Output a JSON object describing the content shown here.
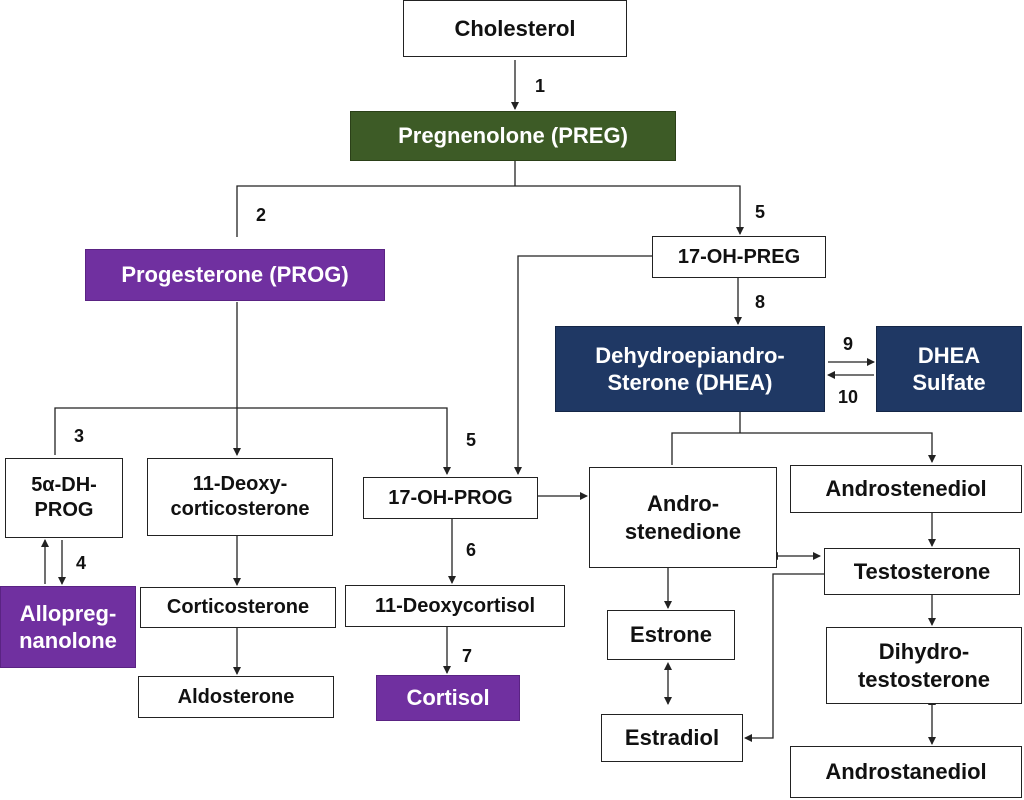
{
  "nodes": {
    "cholesterol": "Cholesterol",
    "preg": "Pregnenolone (PREG)",
    "prog": "Progesterone (PROG)",
    "oh_preg": "17-OH-PREG",
    "dhea": [
      "Dehydroepiandro-",
      "Sterone (DHEA)"
    ],
    "dhea_sulfate": [
      "DHEA",
      "Sulfate"
    ],
    "dh_prog": [
      "5α-DH-",
      "PROG"
    ],
    "deoxycorticosterone": [
      "11-Deoxy-",
      "corticosterone"
    ],
    "oh_prog": "17-OH-PROG",
    "androstenedione": [
      "Andro-",
      "stenedione"
    ],
    "androstenediol": "Androstenediol",
    "allopregnanolone": [
      "Allopreg-",
      "nanolone"
    ],
    "corticosterone": "Corticosterone",
    "deoxycortisol": "11-Deoxycortisol",
    "testosterone": "Testosterone",
    "estrone": "Estrone",
    "dihydrotestosterone": [
      "Dihydro-",
      "testosterone"
    ],
    "aldosterone": "Aldosterone",
    "cortisol": "Cortisol",
    "estradiol": "Estradiol",
    "androstanediol": "Androstanediol"
  },
  "steps": {
    "s1": "1",
    "s2": "2",
    "s3": "3",
    "s4": "4",
    "s5a": "5",
    "s5b": "5",
    "s6": "6",
    "s7": "7",
    "s8": "8",
    "s9": "9",
    "s10": "10"
  },
  "colors": {
    "green": "#3d5b26",
    "purple": "#7030a0",
    "navy": "#1f3864",
    "line": "#222222"
  }
}
